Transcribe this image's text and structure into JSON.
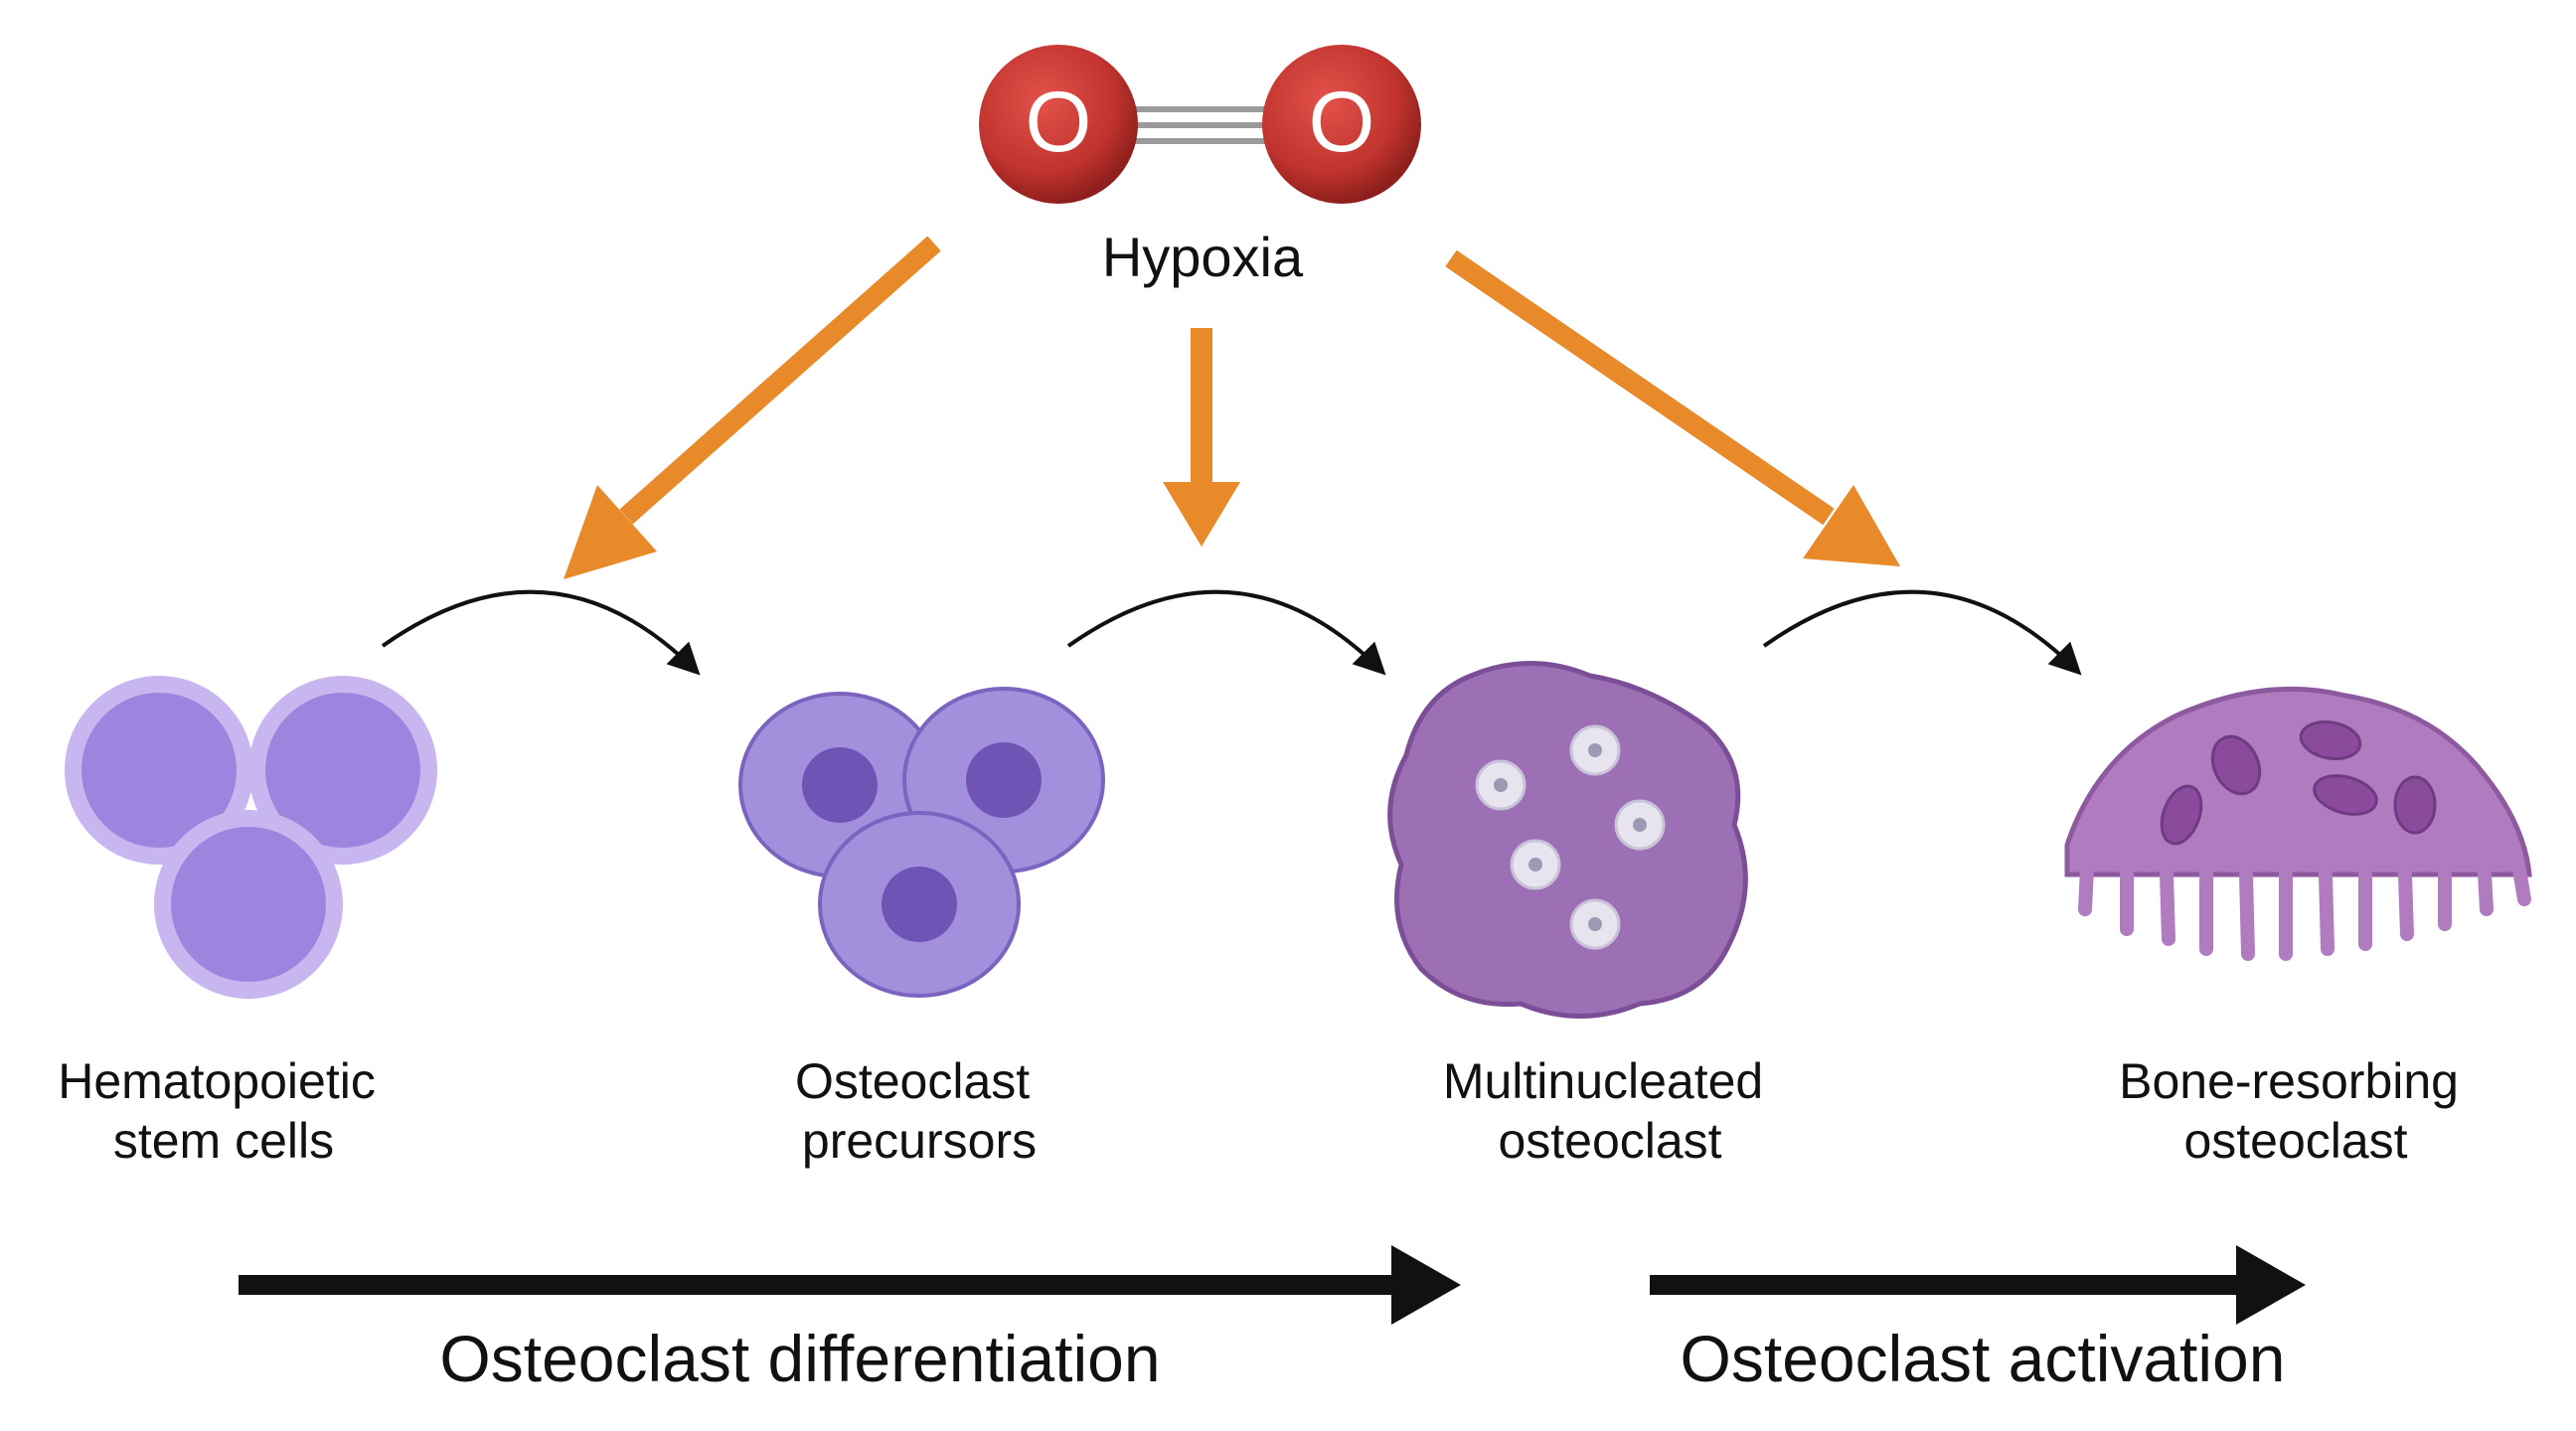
{
  "hypoxia": {
    "atom_left": "O",
    "atom_right": "O",
    "label": "Hypoxia"
  },
  "stages": [
    {
      "line1": "Hematopoietic",
      "line2": "stem cells"
    },
    {
      "line1": "Osteoclast",
      "line2": "precursors"
    },
    {
      "line1": "Multinucleated",
      "line2": "osteoclast"
    },
    {
      "line1": "Bone-resorbing",
      "line2": "osteoclast"
    }
  ],
  "phases": {
    "differentiation": "Osteoclast differentiation",
    "activation": "Osteoclast activation"
  },
  "colors": {
    "oxygen": "#c0332e",
    "hypoxia_arrow": "#e8892a",
    "transition_arrow": "#111111",
    "stem_cell": "#b49ce6",
    "precursor": "#9b88d8",
    "osteoclast": "#9d6fb5",
    "bone_resorbing": "#b17bc0"
  }
}
